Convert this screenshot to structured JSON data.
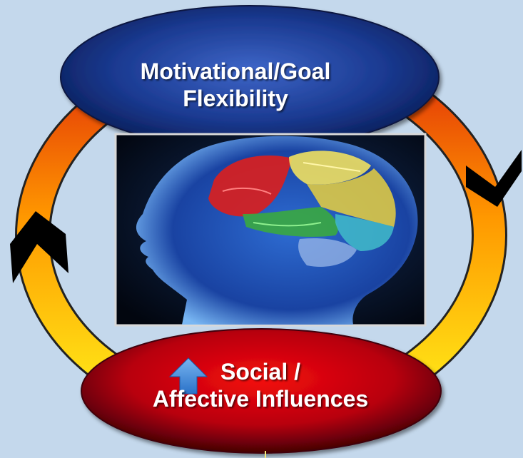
{
  "top_oval": {
    "line1": "Motivational/Goal",
    "line2": "Flexibility",
    "color": "#1c3c8c"
  },
  "bottom_oval": {
    "line1": "Social /",
    "line2": "Affective Influences",
    "color": "#c8000a"
  },
  "ring_colors": {
    "top": "#e83a10",
    "middle": "#ff9a00",
    "bottom": "#ffee10"
  },
  "center_image": "brain-illustration",
  "icons": [
    "up-arrow-icon",
    "chevron-arrow-left-icon",
    "chevron-arrow-right-icon"
  ]
}
